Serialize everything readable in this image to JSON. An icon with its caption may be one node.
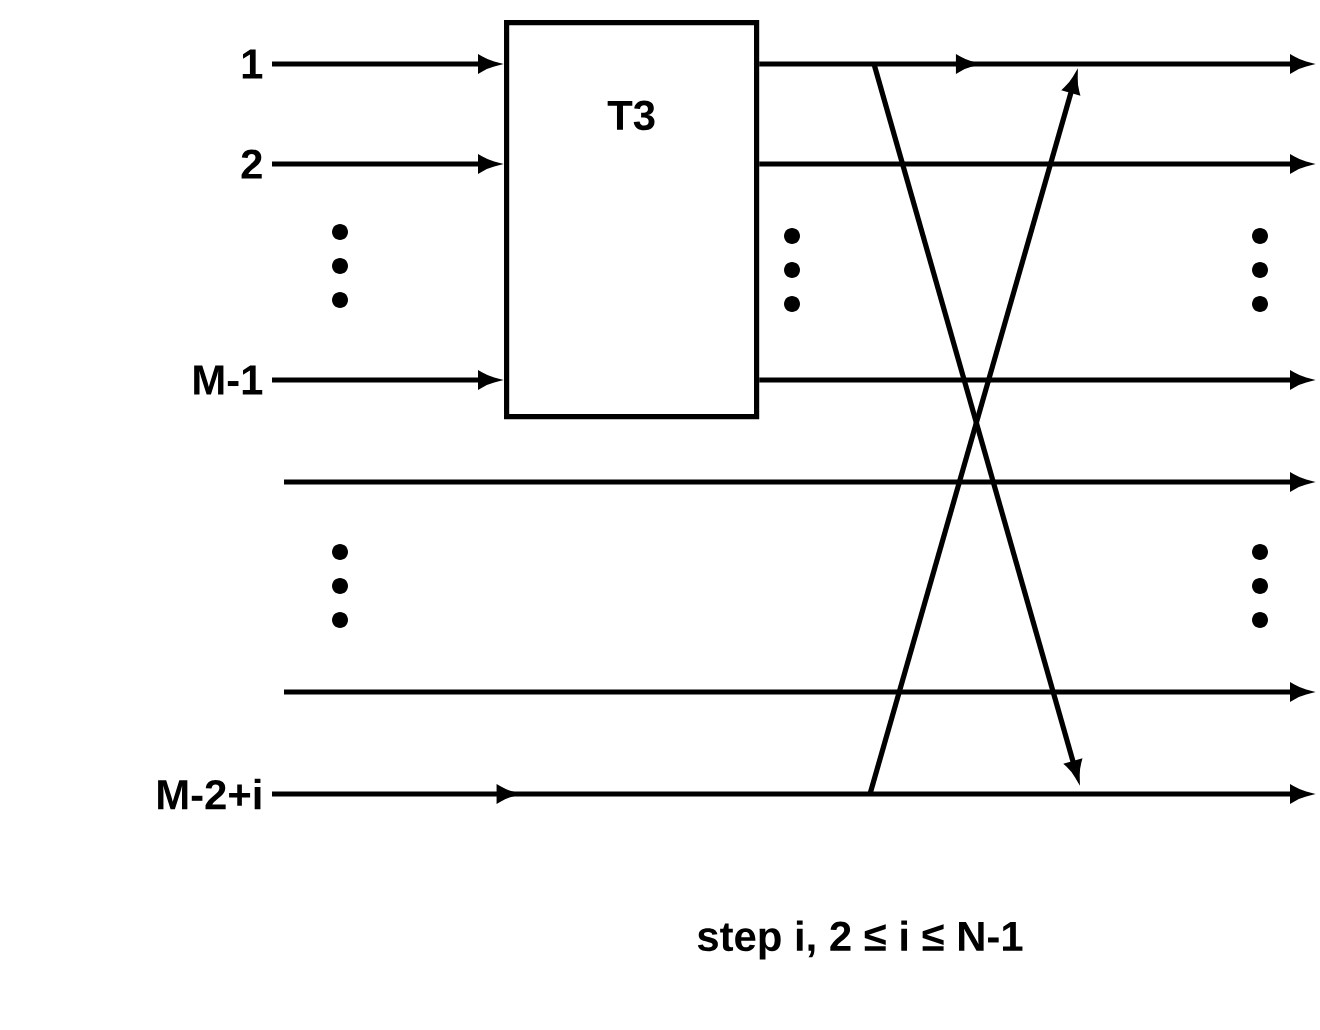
{
  "diagram": {
    "caption": "step i, 2 ≤ i ≤ N-1",
    "nodes": [
      {
        "text": [
          "1"
        ]
      },
      {
        "text": [
          "2"
        ]
      },
      {
        "text": [
          "M-1"
        ]
      },
      {
        "text": [
          "T3"
        ]
      },
      {
        "text": [
          "M-2+i"
        ]
      }
    ],
    "edges": [
      {
        "from": 0,
        "to": 3,
        "arrow": "to"
      },
      {
        "from": 1,
        "to": 3,
        "arrow": "to"
      },
      {
        "from": 2,
        "to": 3,
        "arrow": "to"
      },
      {
        "from": 3,
        "to": null,
        "arrow": "to"
      },
      {
        "from": 3,
        "to": null,
        "arrow": "to"
      },
      {
        "from": 3,
        "to": null,
        "arrow": "to"
      },
      {
        "from": 4,
        "to": null,
        "arrow": "to"
      }
    ]
  }
}
